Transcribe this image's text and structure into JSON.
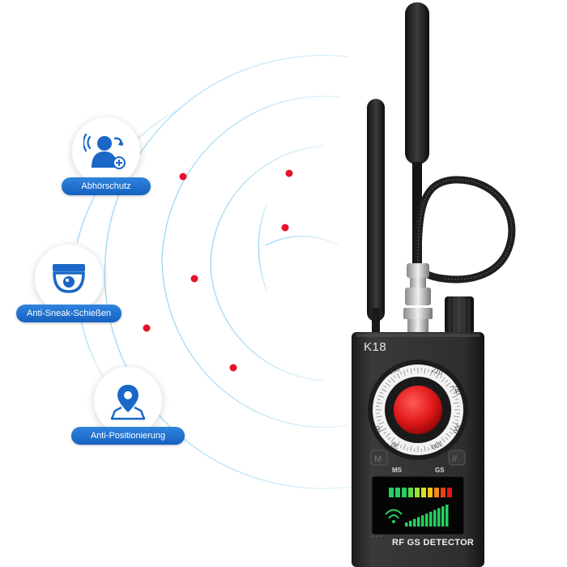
{
  "features": [
    {
      "label": "Abhörschutz",
      "icon": "user-ear-icon"
    },
    {
      "label": "Anti-Sneak-Schießen",
      "icon": "dome-camera-icon"
    },
    {
      "label": "Anti-Positionierung",
      "icon": "location-pin-icon"
    }
  ],
  "device": {
    "model": "K18",
    "dial_numbers": [
      "120",
      "150",
      "210",
      "240",
      "300",
      "330",
      "30",
      "60"
    ],
    "mode_left": "MS",
    "mode_right": "GS",
    "product_name": "RF GS DETECTOR"
  },
  "colors": {
    "wave": "#7ec8ef",
    "dot": "#e5132b",
    "pill": "#1a67c7",
    "icon": "#1a67c7",
    "device_body": "#2a2a2a"
  }
}
